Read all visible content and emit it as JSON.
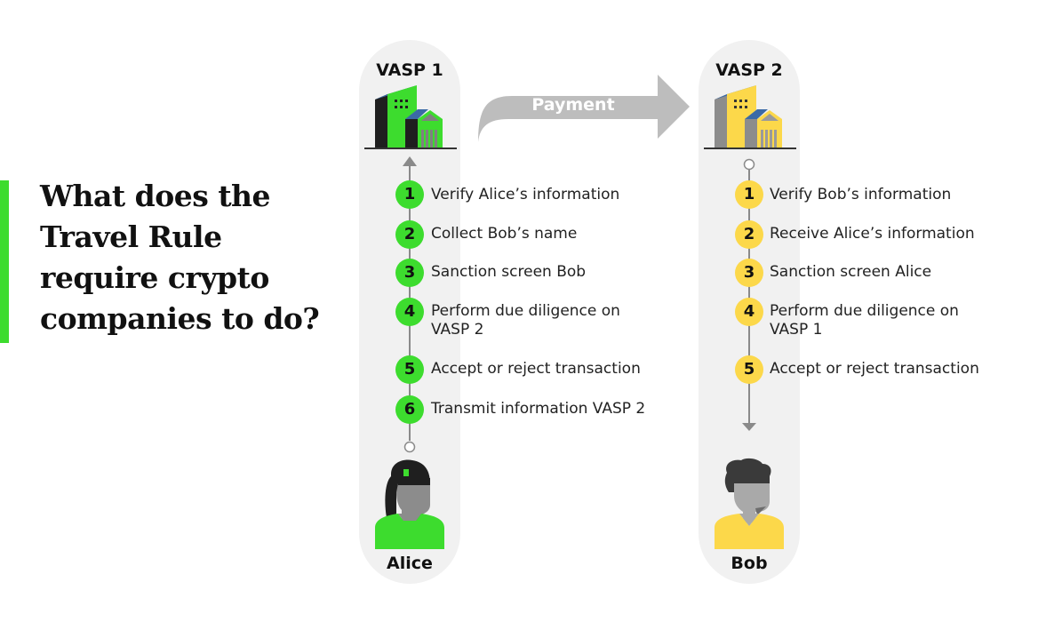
{
  "question": {
    "line1": "What does the",
    "line2": "Travel Rule",
    "line3": "require crypto",
    "line4": "companies to do?"
  },
  "colors": {
    "accent_green": "#3ddc2e",
    "accent_yellow": "#fcd84a",
    "pill_bg": "#f1f1f1",
    "arrow_gray": "#bdbdbd"
  },
  "payment": {
    "label": "Payment"
  },
  "vasp1": {
    "title": "VASP 1",
    "icon": "building-icon",
    "person": "Alice",
    "steps": [
      {
        "num": "1",
        "text": "Verify Alice’s information"
      },
      {
        "num": "2",
        "text": "Collect Bob’s name"
      },
      {
        "num": "3",
        "text": "Sanction screen Bob"
      },
      {
        "num": "4",
        "text": "Perform due diligence on VASP 2"
      },
      {
        "num": "5",
        "text": "Accept or reject transaction"
      },
      {
        "num": "6",
        "text": "Transmit information VASP 2"
      }
    ]
  },
  "vasp2": {
    "title": "VASP 2",
    "icon": "building-icon",
    "person": "Bob",
    "steps": [
      {
        "num": "1",
        "text": "Verify Bob’s information"
      },
      {
        "num": "2",
        "text": "Receive Alice’s information"
      },
      {
        "num": "3",
        "text": "Sanction screen Alice"
      },
      {
        "num": "4",
        "text": "Perform due diligence on VASP 1"
      },
      {
        "num": "5",
        "text": "Accept or reject transaction"
      }
    ]
  }
}
